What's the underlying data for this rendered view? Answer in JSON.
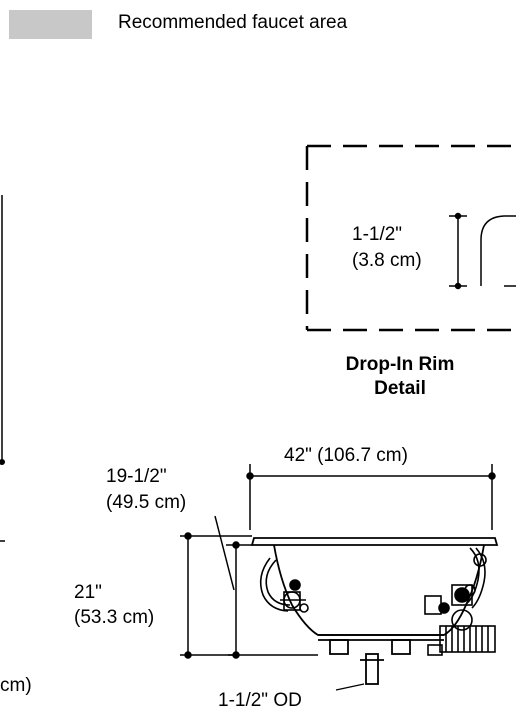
{
  "legend": {
    "label": "Recommended faucet area",
    "swatch_color": "#c8c8c8"
  },
  "rim_detail": {
    "height_in": "1-1/2\"",
    "height_cm": "(3.8 cm)",
    "title_line1": "Drop-In Rim",
    "title_line2": "Detail"
  },
  "dimensions": {
    "width": "42\" (106.7 cm)",
    "depth_in": "19-1/2\"",
    "depth_cm": "(49.5 cm)",
    "height_in": "21\"",
    "height_cm": "(53.3 cm)",
    "drain_od": "1-1/2\" OD",
    "cut_off_cm": "cm)"
  }
}
